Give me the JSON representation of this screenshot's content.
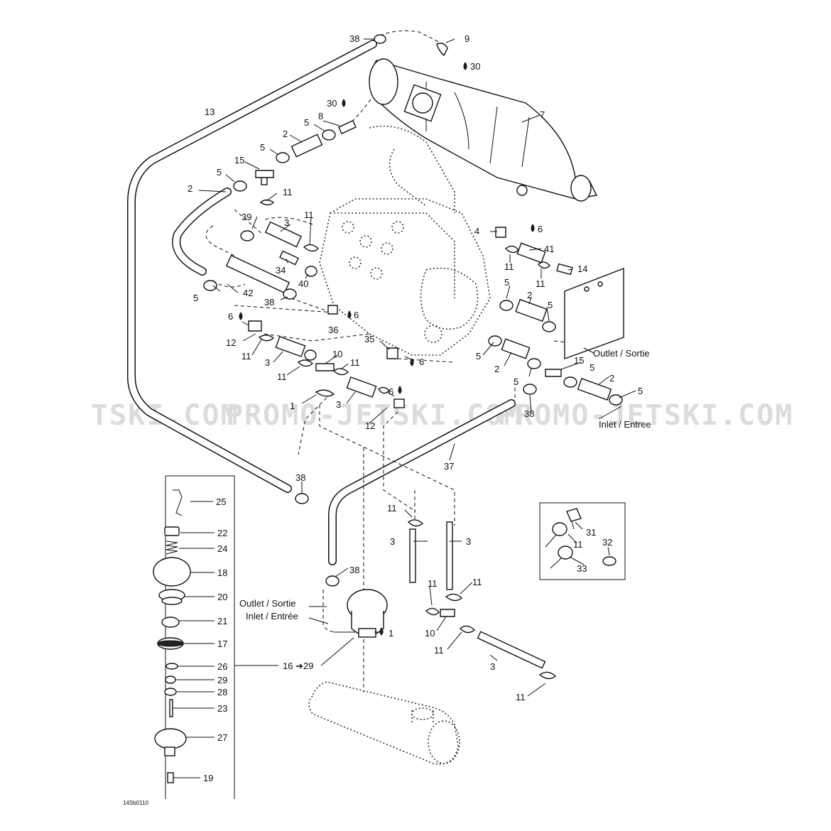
{
  "watermark": {
    "left": "ТSKI.COM",
    "middle": "PROMO-JETSKI.COM",
    "right": "PROMO-JETSKI.COM"
  },
  "diagram_code": "14Sb0110",
  "flow_labels": {
    "outlet_right": "Outlet / Sortie",
    "inlet_right": "Inlet / Entree",
    "outlet_tank": "Outlet / Sortie",
    "inlet_tank": "Inlet / Entrée",
    "range": "16 ➔29"
  },
  "callouts": {
    "c38_top": "38",
    "c9": "9",
    "c30a": "30",
    "c30b": "30",
    "c7": "7",
    "c8": "8",
    "c13": "13",
    "c5a": "5",
    "c2a": "2",
    "c5b": "5",
    "c15a": "15",
    "c5c": "5",
    "c2b": "2",
    "c11a": "11",
    "c39": "39",
    "c3a": "3",
    "c11b": "11",
    "c34": "34",
    "c40": "40",
    "c5d": "5",
    "c42": "42",
    "c38b": "38",
    "c4": "4",
    "c6a": "6",
    "c41": "41",
    "c11c": "11",
    "c11d": "11",
    "c14": "14",
    "c5e": "5",
    "c2c": "2",
    "c5f": "5",
    "c6b": "6",
    "c36": "36",
    "c6c": "6",
    "c12a": "12",
    "c11e": "11",
    "c3b": "3",
    "c11f": "11",
    "c10a": "10",
    "c11g": "11",
    "c35": "35",
    "c6d": "6",
    "c5g": "5",
    "c2d": "2",
    "c5h": "5",
    "c15b": "15",
    "c5i": "5",
    "c2e": "2",
    "c5j": "5",
    "c1a": "1",
    "c3c": "3",
    "c6e": "6",
    "c12b": "12",
    "c38c": "38",
    "c37": "37",
    "c38d": "38",
    "c11h": "11",
    "c3d": "3",
    "c3e": "3",
    "c38e": "38",
    "c11i": "11",
    "c11j": "11",
    "c10b": "10",
    "c11k": "11",
    "c1b": "1",
    "c3f": "3",
    "c11l": "11",
    "c31": "31",
    "c11m": "11",
    "c32": "32",
    "c33": "33",
    "c25": "25",
    "c22": "22",
    "c24": "24",
    "c18": "18",
    "c20": "20",
    "c21": "21",
    "c17": "17",
    "c26": "26",
    "c29": "29",
    "c28": "28",
    "c23": "23",
    "c27": "27",
    "c19": "19"
  },
  "colors": {
    "ink": "#111111",
    "paper": "#ffffff",
    "watermark": "#dcdcdc"
  },
  "icons": [
    "sealant-drop-icon",
    "hose-clamp-icon",
    "tee-fitting-icon",
    "elbow-fitting-icon"
  ]
}
